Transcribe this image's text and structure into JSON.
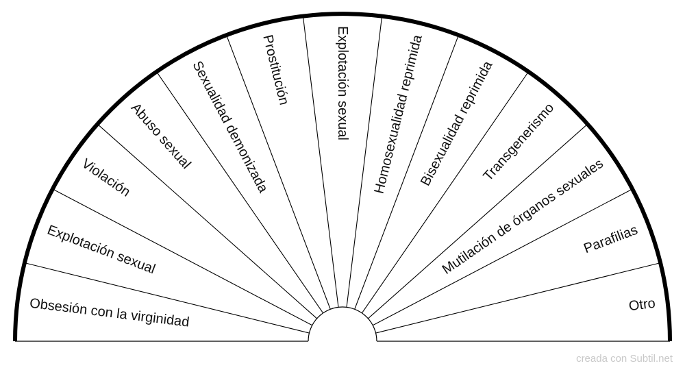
{
  "segments": [
    "Obsesión con la virginidad",
    "Explotación sexual",
    "Violación",
    "Abuso sexual",
    "Sexualidad demonizada",
    "Prostitución",
    "Explotación sexual",
    "Homosexualidad reprimida",
    "Bisexualidad reprimida",
    "Transgenerismo",
    "Mutilación de órganos sexuales",
    "Parafilias",
    "Otro"
  ],
  "credit": "creada con Subtil.net",
  "colors": {
    "line": "#000000",
    "text": "#111111",
    "credit": "#c8c8c8"
  }
}
